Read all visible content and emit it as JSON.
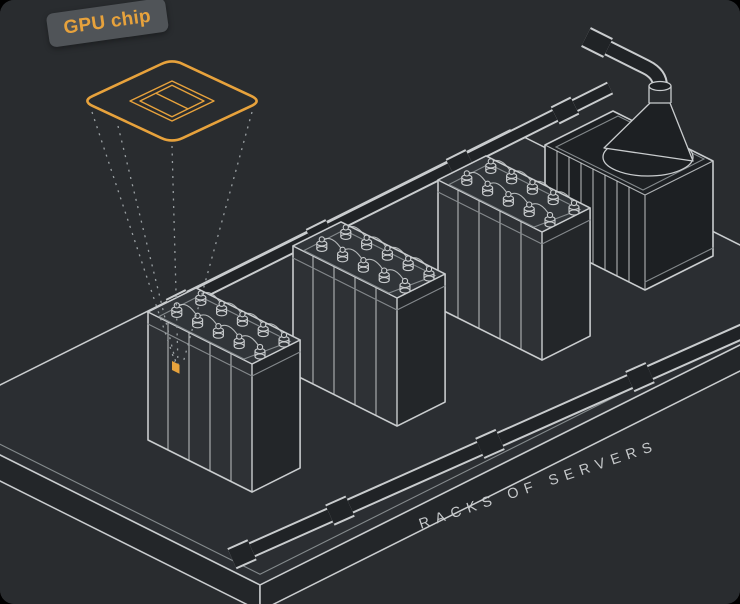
{
  "labels": {
    "gpu_chip": "GPU chip",
    "racks_of_servers": "RACKS OF SERVERS"
  },
  "scene": {
    "rack_count": 3,
    "elements": [
      "gpu-chip callout with dotted projection lines",
      "3 isometric server racks",
      "power unit with funnel and pipe",
      "front coolant pipe with couplings",
      "back coolant pipe with couplings",
      "isometric platform"
    ]
  },
  "colors": {
    "background": "#292c2f",
    "line": "#c9ccce",
    "line_dim": "#84898c",
    "accent": "#e7a23c",
    "badge_background": "#505458",
    "caption_text": "#c6c9cb",
    "dotted_line": "#9aa0a3"
  }
}
